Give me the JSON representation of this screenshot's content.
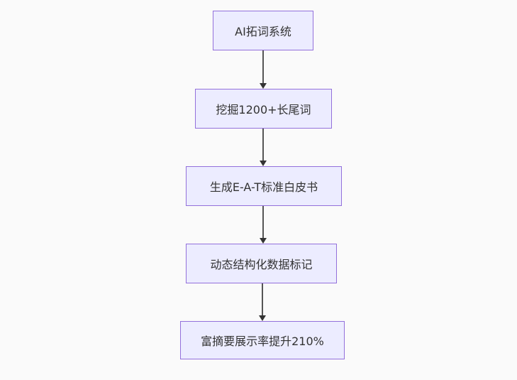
{
  "diagram": {
    "type": "flowchart",
    "direction": "top-down",
    "nodes": [
      {
        "id": "n1",
        "label": "AI拓词系统"
      },
      {
        "id": "n2",
        "label": "挖掘1200+长尾词"
      },
      {
        "id": "n3",
        "label": "生成E-A-T标准白皮书"
      },
      {
        "id": "n4",
        "label": "动态结构化数据标记"
      },
      {
        "id": "n5",
        "label": "富摘要展示率提升210%"
      }
    ],
    "edges": [
      {
        "from": "n1",
        "to": "n2"
      },
      {
        "from": "n2",
        "to": "n3"
      },
      {
        "from": "n3",
        "to": "n4"
      },
      {
        "from": "n4",
        "to": "n5"
      }
    ],
    "colors": {
      "background": "#fafafa",
      "node_fill": "#ECECFF",
      "node_border": "#9370DB",
      "node_text": "#333333",
      "edge_line": "#555555",
      "arrowhead": "#333333"
    }
  }
}
